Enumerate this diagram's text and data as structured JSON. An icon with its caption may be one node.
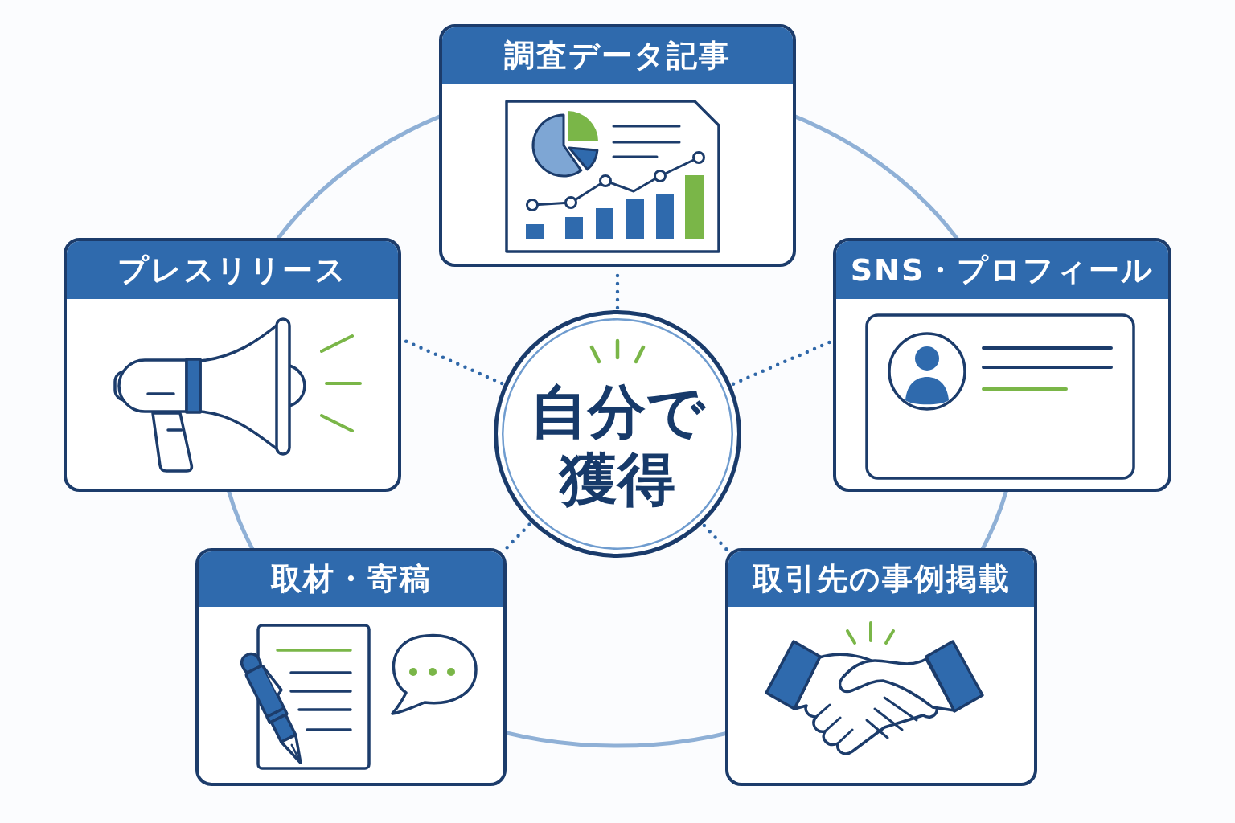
{
  "diagram": {
    "nodes": [
      {
        "text": [
          "調査データ記事"
        ]
      },
      {
        "text": [
          "プレスリリース"
        ]
      },
      {
        "text": [
          "自分で獲得"
        ]
      },
      {
        "text": [
          "SNS・プロフィール"
        ]
      },
      {
        "text": [
          "取材・寄稿"
        ]
      },
      {
        "text": [
          "取引先の事例掲載"
        ]
      }
    ],
    "edges": [
      {
        "from": 2,
        "to": 0,
        "arrow": "none",
        "style": "dashed"
      },
      {
        "from": 2,
        "to": 1,
        "arrow": "none",
        "style": "dashed"
      },
      {
        "from": 2,
        "to": 3,
        "arrow": "none",
        "style": "dashed"
      },
      {
        "from": 2,
        "to": 4,
        "arrow": "none",
        "style": "dashed"
      },
      {
        "from": 2,
        "to": 5,
        "arrow": "none",
        "style": "dashed"
      }
    ]
  }
}
